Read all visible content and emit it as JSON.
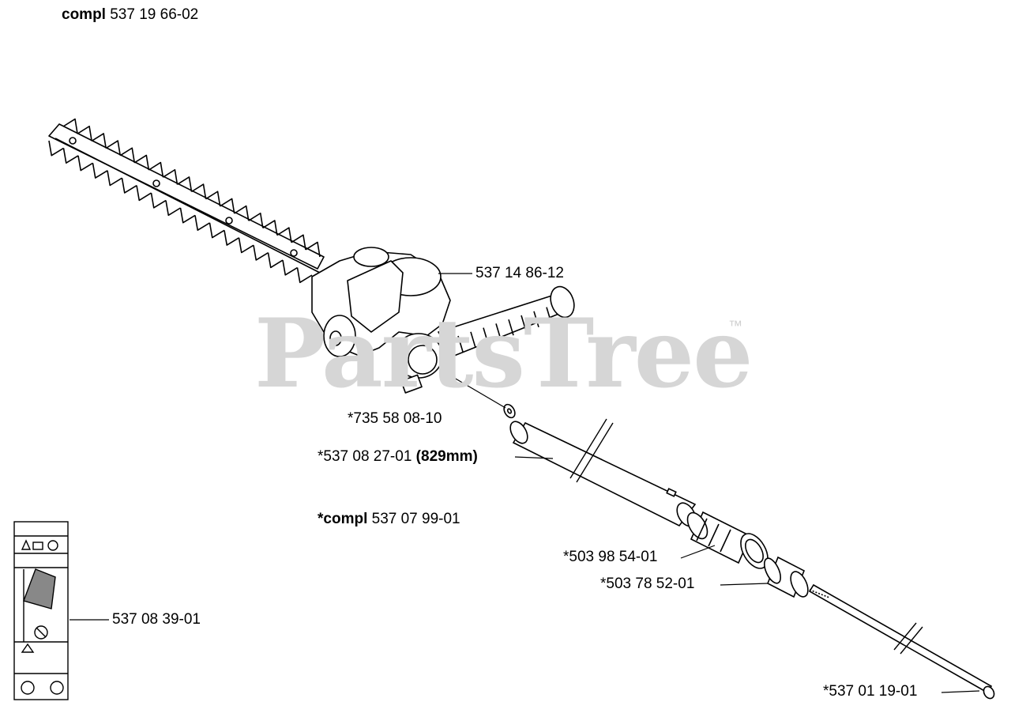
{
  "header": {
    "prefix": "compl",
    "part": "537 19 66-02"
  },
  "watermark": {
    "text": "PartsTree",
    "tm": "™"
  },
  "parts": [
    {
      "id": "gear-housing",
      "prefix": "",
      "number": "537 14 86-12",
      "suffix": ""
    },
    {
      "id": "washer",
      "prefix": "",
      "number": "*735 58 08-10",
      "suffix": ""
    },
    {
      "id": "shaft-tube",
      "prefix": "",
      "number": "*537 08 27-01",
      "suffix": "(829mm)"
    },
    {
      "id": "shaft-assembly",
      "prefix": "*compl",
      "number": "537 07 99-01",
      "suffix": ""
    },
    {
      "id": "bearing-sleeve",
      "prefix": "",
      "number": "*503 98 54-01",
      "suffix": ""
    },
    {
      "id": "bushing",
      "prefix": "",
      "number": "*503 78 52-01",
      "suffix": ""
    },
    {
      "id": "decal",
      "prefix": "",
      "number": "537 08 39-01",
      "suffix": ""
    },
    {
      "id": "drive-shaft",
      "prefix": "",
      "number": "*537 01 19-01",
      "suffix": ""
    }
  ],
  "colors": {
    "line": "#000000",
    "watermark": "#d6d6d6",
    "background": "#ffffff"
  }
}
